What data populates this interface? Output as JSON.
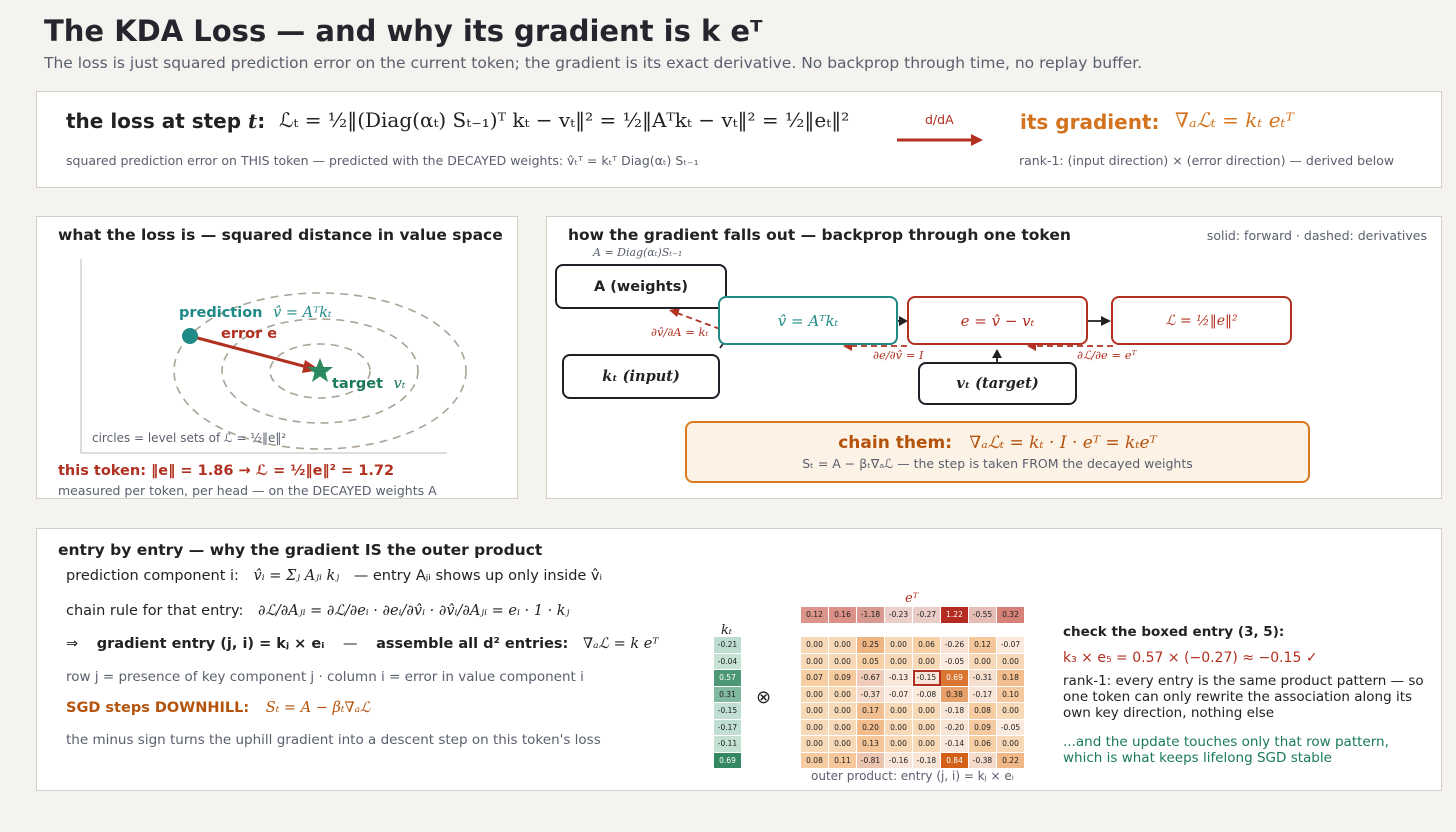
{
  "header": {
    "title": "The KDA Loss — and why its gradient is  k eᵀ",
    "subtitle": "The loss is just squared prediction error on the current token; the gradient is its exact derivative. No backprop through time, no replay buffer."
  },
  "top_panel": {
    "loss_label": "the loss at step ",
    "loss_label_var": "t",
    "loss_formula": "ℒₜ = ½‖(Diag(αₜ) Sₜ₋₁)ᵀ kₜ − vₜ‖² = ½‖Aᵀkₜ − vₜ‖² = ½‖eₜ‖²",
    "loss_note": "squared prediction error on THIS token — predicted with the DECAYED weights:  v̂ₜᵀ = kₜᵀ Diag(αₜ) Sₜ₋₁",
    "arrow_label": "d/dA",
    "gradient_label": "its gradient:",
    "gradient_formula": "∇ₐℒₜ = kₜ eₜᵀ",
    "gradient_note": "rank-1:  (input direction) × (error direction) — derived below"
  },
  "left_panel": {
    "heading": "what the loss is — squared distance in value space",
    "prediction_label": "prediction",
    "prediction_formula": "v̂ = Aᵀkₜ",
    "error_label": "error  e",
    "target_label": "target",
    "target_var": "vₜ",
    "circles_note": "circles = level sets of  ℒ = ½‖e‖²",
    "token_stat": "this token:  ‖e‖ = 1.86    →    ℒ = ½‖e‖² = 1.72",
    "token_note": "measured per token, per head — on the DECAYED weights A"
  },
  "right_panel": {
    "heading": "how the gradient falls out — backprop through one token",
    "legend": "solid: forward   ·   dashed: derivatives",
    "a_caption": "A = Diag(αₜ)Sₜ₋₁",
    "node_a": "A  (weights)",
    "node_k": "kₜ  (input)",
    "node_vhat": "v̂ = Aᵀkₜ",
    "node_e": "e = v̂ − vₜ",
    "node_loss": "ℒ = ½‖e‖²",
    "node_v": "vₜ  (target)",
    "deriv_1": "∂v̂/∂A = kₜ",
    "deriv_2": "∂e/∂v̂ = I",
    "deriv_3": "∂ℒ/∂e = eᵀ",
    "chain_label": "chain them:",
    "chain_formula": "∇ₐℒₜ = kₜ · I · eᵀ = kₜeᵀ",
    "chain_note": "Sₜ = A − βₜ∇ₐℒ  — the step is taken FROM the decayed weights"
  },
  "bottom_panel": {
    "heading": "entry by entry — why the gradient IS the outer product",
    "line1_label": "prediction component i:",
    "line1_formula": "v̂ᵢ = Σⱼ Aⱼᵢ kⱼ",
    "line1_note": "— entry Aⱼᵢ shows up only inside v̂ᵢ",
    "line2_label": "chain rule for that entry:",
    "line2_formula": "∂ℒ/∂Aⱼᵢ = ∂ℒ/∂eᵢ · ∂eᵢ/∂v̂ᵢ · ∂v̂ᵢ/∂Aⱼᵢ = eᵢ · 1 · kⱼ",
    "line3_arrow": "⇒",
    "line3_label": "gradient entry (j, i) = kⱼ × eᵢ",
    "line3_dash": "—",
    "line3_assemble": "assemble all d² entries:",
    "line3_formula": "∇ₐℒ = k eᵀ",
    "line4": "row  j  =  presence of key component j    ·    column  i  =  error in value component i",
    "line5_label": "SGD steps DOWNHILL:",
    "line5_formula": "Sₜ = A − βₜ∇ₐℒ",
    "line6": "the minus sign turns the uphill gradient into a descent step on this token's loss",
    "e_label": "eᵀ",
    "k_label": "kₜ",
    "otimes": "⊗",
    "outer_caption": "outer product:  entry (j, i) = kⱼ × eᵢ",
    "check_heading": "check the boxed entry (3, 5):",
    "check_formula": "k₃ × e₅  =  0.57 × (−0.27)  ≈  −0.15  ✓",
    "rank1_text": "rank-1: every entry is the same product pattern — so one token can only rewrite the association along its own key direction, nothing else",
    "green_text": "...and the update touches only that row pattern, which is what keeps lifelong SGD stable"
  },
  "heatmap": {
    "e": [
      "0.12",
      "0.16",
      "-1.18",
      "-0.23",
      "-0.27",
      "1.22",
      "-0.55",
      "0.32"
    ],
    "k": [
      "-0.21",
      "-0.04",
      "0.57",
      "0.31",
      "-0.15",
      "-0.17",
      "-0.11",
      "0.69"
    ],
    "outer": [
      [
        "0.00",
        "0.00",
        "0.25",
        "0.00",
        "0.06",
        "-0.26",
        "0.12",
        "-0.07"
      ],
      [
        "0.00",
        "0.00",
        "0.05",
        "0.00",
        "0.00",
        "-0.05",
        "0.00",
        "0.00"
      ],
      [
        "0.07",
        "0.09",
        "-0.67",
        "-0.13",
        "-0.15",
        "0.69",
        "-0.31",
        "0.18"
      ],
      [
        "0.00",
        "0.00",
        "-0.37",
        "-0.07",
        "-0.08",
        "0.38",
        "-0.17",
        "0.10"
      ],
      [
        "0.00",
        "0.00",
        "0.17",
        "0.00",
        "0.00",
        "-0.18",
        "0.08",
        "0.00"
      ],
      [
        "0.00",
        "0.00",
        "0.20",
        "0.00",
        "0.00",
        "-0.20",
        "0.09",
        "-0.05"
      ],
      [
        "0.00",
        "0.00",
        "0.13",
        "0.00",
        "0.00",
        "-0.14",
        "0.06",
        "0.00"
      ],
      [
        "0.08",
        "0.11",
        "-0.81",
        "-0.16",
        "-0.18",
        "0.84",
        "-0.38",
        "0.22"
      ]
    ],
    "boxed_row": 3,
    "boxed_col": 5
  }
}
